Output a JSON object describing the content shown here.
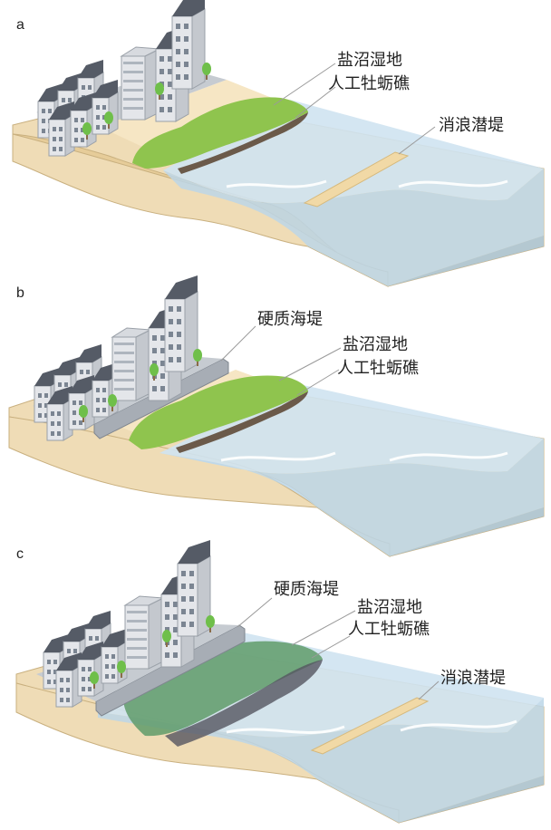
{
  "panels": [
    {
      "letter": "a",
      "labels": {
        "salt_marsh": "盐沼湿地",
        "oyster_reef": "人工牡蛎礁",
        "breakwater": "消浪潜堤"
      }
    },
    {
      "letter": "b",
      "labels": {
        "seawall": "硬质海堤",
        "salt_marsh": "盐沼湿地",
        "oyster_reef": "人工牡蛎礁"
      }
    },
    {
      "letter": "c",
      "labels": {
        "seawall": "硬质海堤",
        "salt_marsh": "盐沼湿地",
        "oyster_reef": "人工牡蛎礁",
        "breakwater": "消浪潜堤"
      }
    }
  ],
  "colors": {
    "marsh": "#8fc44e",
    "water": "#bcd6e8",
    "soil": "#efdcb6",
    "reef": "#6b5a4a",
    "seawall": "#a7adb5"
  }
}
